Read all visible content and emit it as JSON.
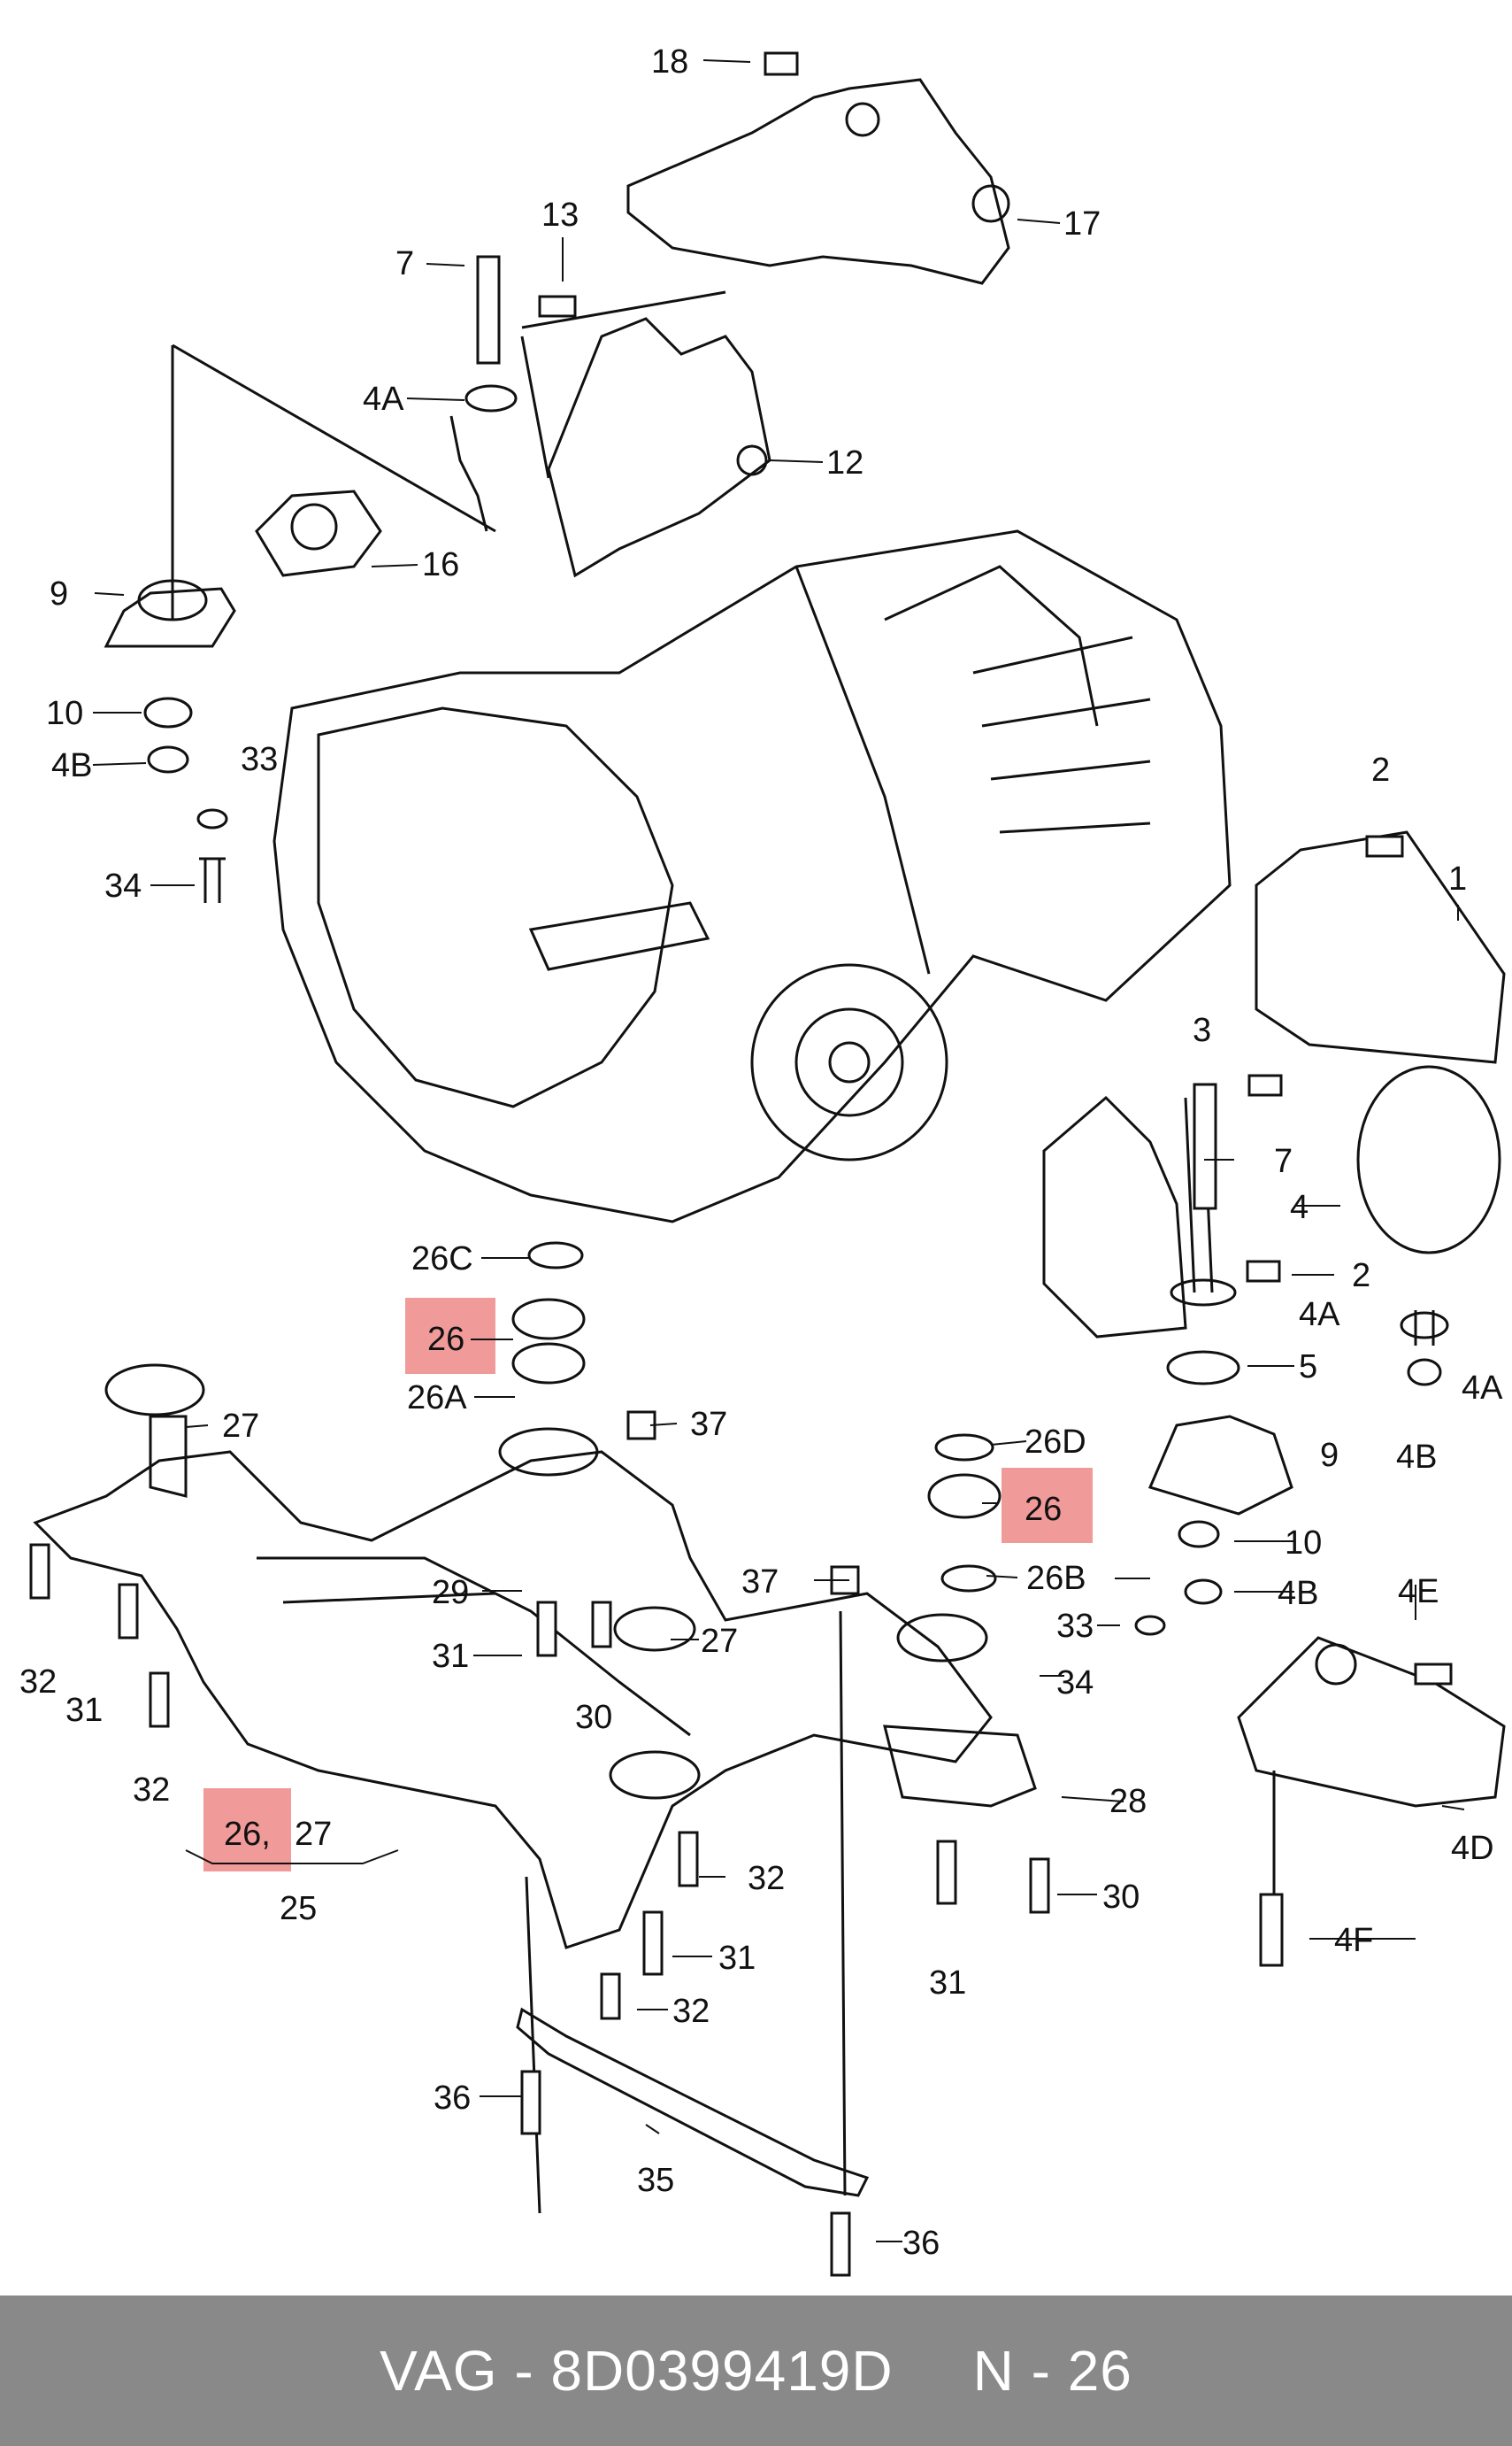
{
  "labels": {
    "l18": "18",
    "l17": "17",
    "l13": "13",
    "l7a": "7",
    "l12": "12",
    "l4a1": "4A",
    "l16": "16",
    "l9a": "9",
    "l10a": "10",
    "l4b1": "4B",
    "l33a": "33",
    "l34a": "34",
    "l2a": "2",
    "l1": "1",
    "l3": "3",
    "l7b": "7",
    "l4": "4",
    "l2b": "2",
    "l4a2": "4A",
    "l5": "5",
    "l4a3": "4A",
    "l4b2": "4B",
    "l9b": "9",
    "l10b": "10",
    "l4b3": "4B",
    "l33b": "33",
    "l34b": "34",
    "l26c": "26C",
    "l26a": "26",
    "l26A": "26A",
    "l27a": "27",
    "l37a": "37",
    "l26d": "26D",
    "l26b": "26",
    "l37b": "37",
    "l26B": "26B",
    "l29": "29",
    "l27b": "27",
    "l32a": "32",
    "l31a": "31",
    "l32b": "32",
    "l31b": "31",
    "l30a": "30",
    "l26comma": "26,",
    "l27c": "27",
    "l25": "25",
    "l32c": "32",
    "l31c": "31",
    "l32d": "32",
    "l28": "28",
    "l30b": "30",
    "l31d": "31",
    "l4e": "4E",
    "l4d": "4D",
    "l4f": "4F",
    "l36a": "36",
    "l35": "35",
    "l36b": "36"
  },
  "footer": {
    "brand": "VAG",
    "dash": "-",
    "part_number": "8D0399419D",
    "page": "N - 26"
  },
  "colors": {
    "highlight": "#ef8f8f",
    "footer_bg": "#898989",
    "footer_text": "#ffffff"
  }
}
